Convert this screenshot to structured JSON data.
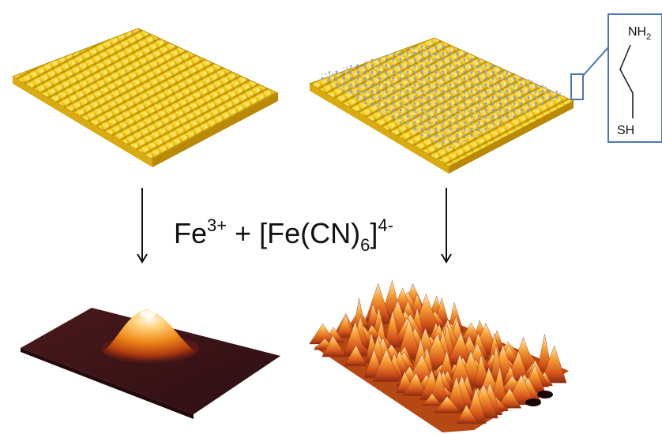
{
  "diagram": {
    "reaction": {
      "fe_base": "Fe",
      "fe_sup": "3+",
      "plus": " + [Fe(CN)",
      "cn_sub": "6",
      "close_bracket": "]",
      "fc_sup": "4-"
    },
    "molecule": {
      "top_group": "NH",
      "top_sub": "2",
      "bottom_group": "SH"
    },
    "colors": {
      "gold": "#f2cf1e",
      "gold_dark": "#c9a106",
      "ligand": "#9aa3c8",
      "inset_border": "#4a76b8",
      "afm_base": "#3c1418",
      "afm_mid": "#e06a14",
      "afm_peak": "#fff4dc"
    },
    "icons": [
      "down-arrow-icon",
      "callout-line-icon"
    ]
  }
}
